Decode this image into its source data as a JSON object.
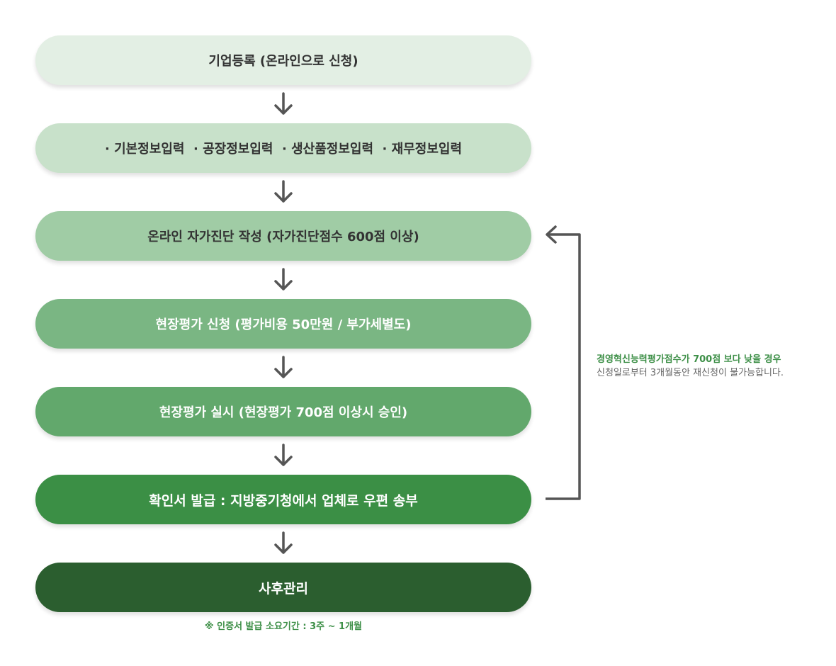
{
  "steps": [
    {
      "label": "기업등록 (온라인으로 신청)",
      "bg": "#e3efe4",
      "fg": "#333333"
    },
    {
      "label": "· 기본정보입력  · 공장정보입력  · 생산품정보입력  · 재무정보입력",
      "bg": "#c8e1ca",
      "fg": "#333333"
    },
    {
      "label": "온라인 자가진단 작성 (자가진단점수 600점 이상)",
      "bg": "#a0ccA5",
      "fg": "#333333"
    },
    {
      "label": "현장평가 신청 (평가비용 50만원 / 부가세별도)",
      "bg": "#7ab683",
      "fg": "#ffffff"
    },
    {
      "label": "현장평가 실시 (현장평가 700점 이상시 승인)",
      "bg": "#62a86c",
      "fg": "#ffffff"
    },
    {
      "label": "확인서 발급 : 지방중기청에서 업체로 우편 송부",
      "bg": "#3b8f45",
      "fg": "#ffffff"
    },
    {
      "label": "사후관리",
      "bg": "#2b5e2f",
      "fg": "#ffffff"
    }
  ],
  "bottom_note": "※ 인증서 발급 소요기간 : 3주 ~ 1개월",
  "side_note": {
    "line1": "경영혁신능력평가점수가 700점 보다 낮을 경우",
    "line2": "신청일로부터 3개월동안 재신청이 불가능합니다."
  },
  "colors": {
    "arrow": "#555555",
    "accent_green": "#3d8f47"
  }
}
